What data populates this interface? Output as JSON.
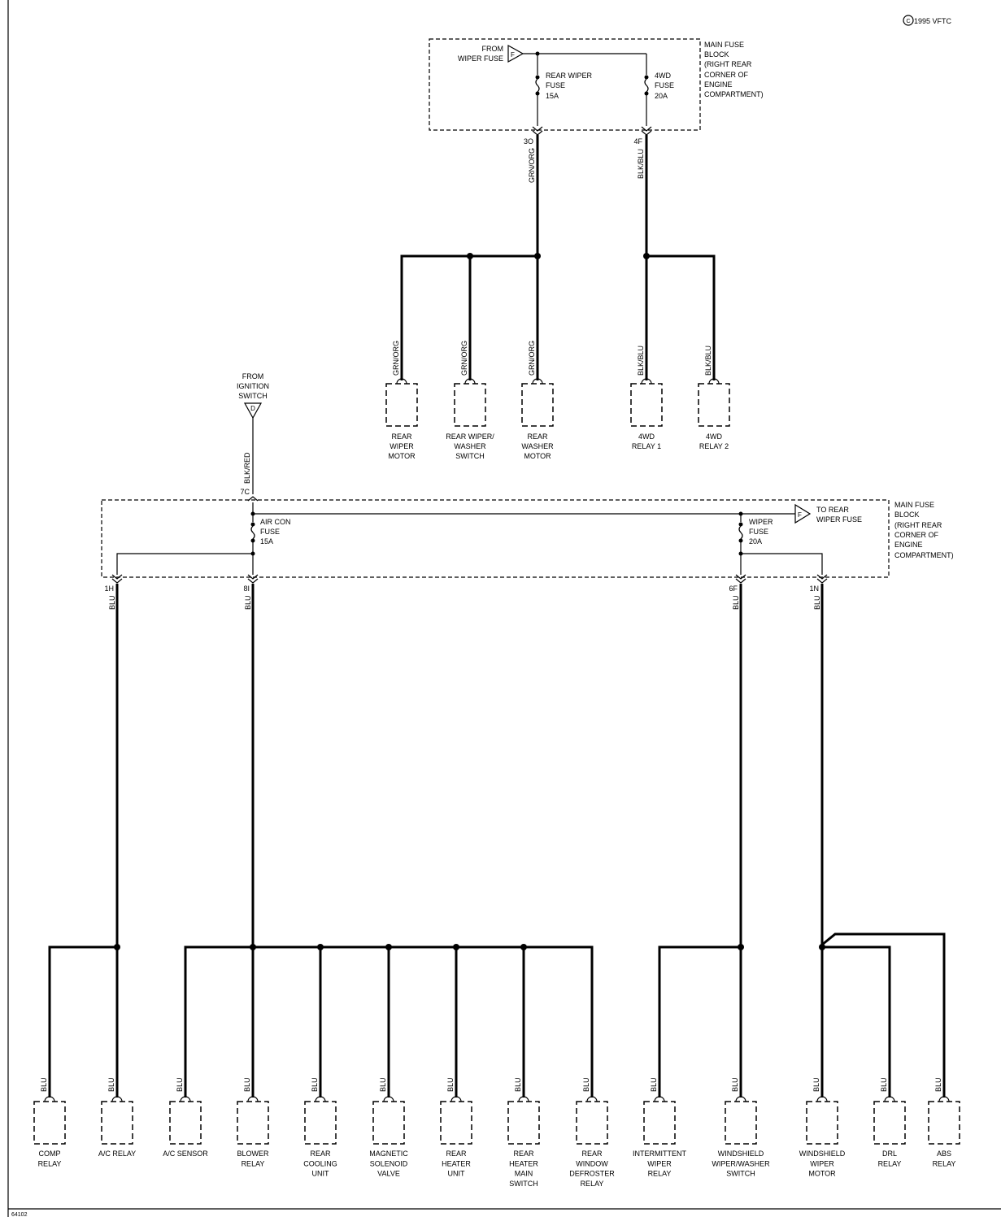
{
  "copyright": "1995 VFTC",
  "copyright_mark": "C",
  "figure_id": "64102",
  "top_section": {
    "source": [
      "FROM",
      "WIPER FUSE"
    ],
    "source_connector": "F",
    "fuse_block": [
      "MAIN FUSE",
      "BLOCK",
      "(RIGHT REAR",
      "CORNER OF",
      "ENGINE",
      "COMPARTMENT)"
    ],
    "fuses": [
      {
        "lines": [
          "REAR WIPER",
          "FUSE",
          "15A"
        ]
      },
      {
        "lines": [
          "4WD",
          "FUSE",
          "20A"
        ]
      }
    ],
    "feeds": [
      {
        "terminal": "3O",
        "wire": "GRN/ORG"
      },
      {
        "terminal": "4F",
        "wire": "BLK/BLU"
      }
    ],
    "components": [
      {
        "wire": "GRN/ORG",
        "lines": [
          "REAR",
          "WIPER",
          "MOTOR"
        ]
      },
      {
        "wire": "GRN/ORG",
        "lines": [
          "REAR WIPER/",
          "WASHER",
          "SWITCH"
        ]
      },
      {
        "wire": "GRN/ORG",
        "lines": [
          "REAR",
          "WASHER",
          "MOTOR"
        ]
      },
      {
        "wire": "BLK/BLU",
        "lines": [
          "4WD",
          "RELAY 1"
        ]
      },
      {
        "wire": "BLK/BLU",
        "lines": [
          "4WD",
          "RELAY 2"
        ]
      }
    ]
  },
  "bottom_section": {
    "source": [
      "FROM",
      "IGNITION",
      "SWITCH"
    ],
    "source_connector": "D",
    "input_wire": "BLK/RED",
    "input_terminal": "7C",
    "destination": [
      "TO REAR",
      "WIPER FUSE"
    ],
    "destination_connector": "F",
    "fuse_block": [
      "MAIN FUSE",
      "BLOCK",
      "(RIGHT REAR",
      "CORNER OF",
      "ENGINE",
      "COMPARTMENT)"
    ],
    "fuses": [
      {
        "lines": [
          "AIR CON",
          "FUSE",
          "15A"
        ]
      },
      {
        "lines": [
          "WIPER",
          "FUSE",
          "20A"
        ]
      }
    ],
    "feeds": [
      {
        "terminal": "1H",
        "wire": "BLU"
      },
      {
        "terminal": "8I",
        "wire": "BLU"
      },
      {
        "terminal": "6F",
        "wire": "BLU"
      },
      {
        "terminal": "1N",
        "wire": "BLU"
      }
    ],
    "components": [
      {
        "wire": "BLU",
        "lines": [
          "COMP",
          "RELAY"
        ]
      },
      {
        "wire": "BLU",
        "lines": [
          "A/C RELAY"
        ]
      },
      {
        "wire": "BLU",
        "lines": [
          "A/C SENSOR"
        ]
      },
      {
        "wire": "BLU",
        "lines": [
          "BLOWER",
          "RELAY"
        ]
      },
      {
        "wire": "BLU",
        "lines": [
          "REAR",
          "COOLING",
          "UNIT"
        ]
      },
      {
        "wire": "BLU",
        "lines": [
          "MAGNETIC",
          "SOLENOID",
          "VALVE"
        ]
      },
      {
        "wire": "BLU",
        "lines": [
          "REAR",
          "HEATER",
          "UNIT"
        ]
      },
      {
        "wire": "BLU",
        "lines": [
          "REAR",
          "HEATER",
          "MAIN",
          "SWITCH"
        ]
      },
      {
        "wire": "BLU",
        "lines": [
          "REAR",
          "WINDOW",
          "DEFROSTER",
          "RELAY"
        ]
      },
      {
        "wire": "BLU",
        "lines": [
          "INTERMITTENT",
          "WIPER",
          "RELAY"
        ]
      },
      {
        "wire": "BLU",
        "lines": [
          "WINDSHIELD",
          "WIPER/WASHER",
          "SWITCH"
        ]
      },
      {
        "wire": "BLU",
        "lines": [
          "WINDSHIELD",
          "WIPER",
          "MOTOR"
        ]
      },
      {
        "wire": "BLU",
        "lines": [
          "DRL",
          "RELAY"
        ]
      },
      {
        "wire": "BLU",
        "lines": [
          "ABS",
          "RELAY"
        ]
      }
    ]
  }
}
